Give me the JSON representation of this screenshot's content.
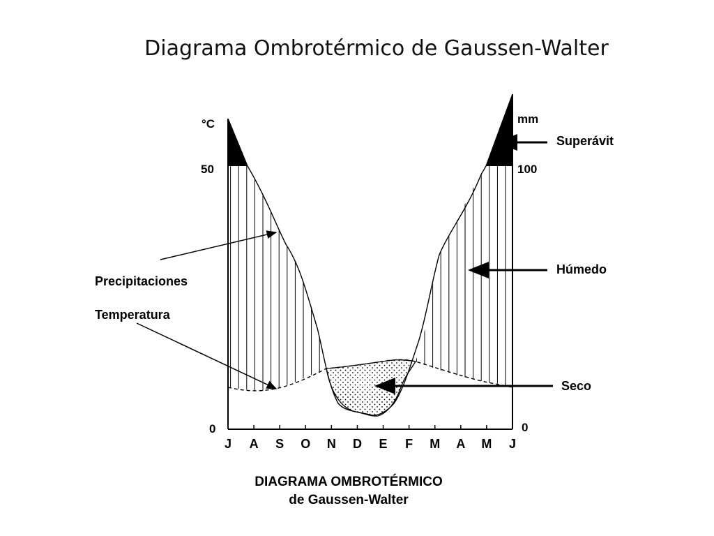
{
  "slide_title": "Diagrama Ombrotérmico de Gaussen-Walter",
  "diagram": {
    "left_axis_unit": "°C",
    "right_axis_unit": "mm",
    "left_ticks": [
      "50",
      "0"
    ],
    "right_ticks": [
      "100",
      "0"
    ],
    "months": [
      "J",
      "A",
      "S",
      "O",
      "N",
      "D",
      "E",
      "F",
      "M",
      "A",
      "M",
      "J"
    ],
    "labels": {
      "precipitaciones": "Precipitaciones",
      "temperatura": "Temperatura",
      "superavit": "Superávit",
      "humedo": "Húmedo",
      "seco": "Seco"
    },
    "caption_line1": "DIAGRAMA OMBROTÉRMICO",
    "caption_line2": "de Gaussen-Walter"
  }
}
